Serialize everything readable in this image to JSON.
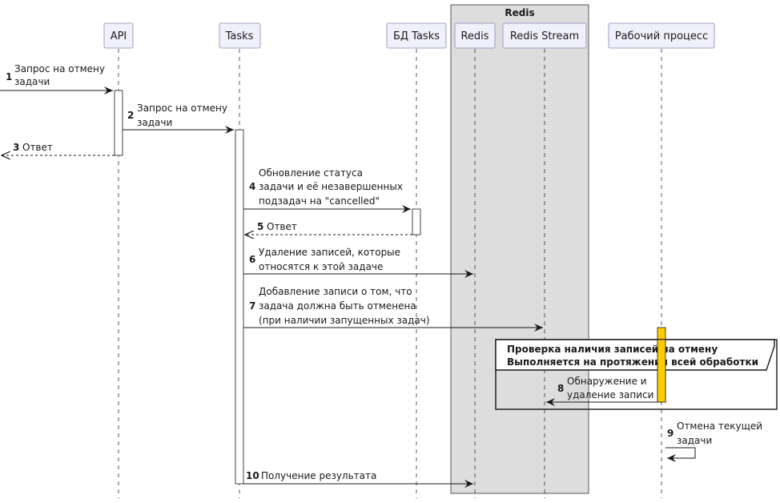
{
  "participants": {
    "api": "API",
    "tasks": "Tasks",
    "db_tasks": "БД Tasks",
    "redis": "Redis",
    "redis_stream": "Redis Stream",
    "worker": "Рабочий процесс"
  },
  "box": {
    "title": "Redis"
  },
  "loop": {
    "line1": "Проверка наличия записей на отмену",
    "line2": "Выполняется на протяжении всей обработки"
  },
  "colors": {
    "box_fill": "#dddddd",
    "participant_fill": "#f0f0fa",
    "participant_stroke": "#8a87b5",
    "activation_worker": "#ffcc00"
  },
  "messages": [
    {
      "num": "1",
      "lines": [
        "Запрос на отмену",
        "задачи"
      ]
    },
    {
      "num": "2",
      "lines": [
        "Запрос на отмену",
        "задачи"
      ]
    },
    {
      "num": "3",
      "lines": [
        "Ответ"
      ]
    },
    {
      "num": "4",
      "lines": [
        "Обновление статуса",
        " задачи и её незавершенных",
        "подзадач на \"cancelled\""
      ]
    },
    {
      "num": "5",
      "lines": [
        "Ответ"
      ]
    },
    {
      "num": "6",
      "lines": [
        "Удаление записей, которые",
        "относятся к этой задаче"
      ]
    },
    {
      "num": "7",
      "lines": [
        "Добавление записи о том, что",
        "задача должна быть отменена",
        "(при наличии запущенных задач)"
      ]
    },
    {
      "num": "8",
      "lines": [
        "Обнаружение и",
        "удаление записи"
      ]
    },
    {
      "num": "9",
      "lines": [
        "Отмена текущей",
        "задачи"
      ]
    },
    {
      "num": "10",
      "lines": [
        "Получение результата"
      ]
    }
  ]
}
